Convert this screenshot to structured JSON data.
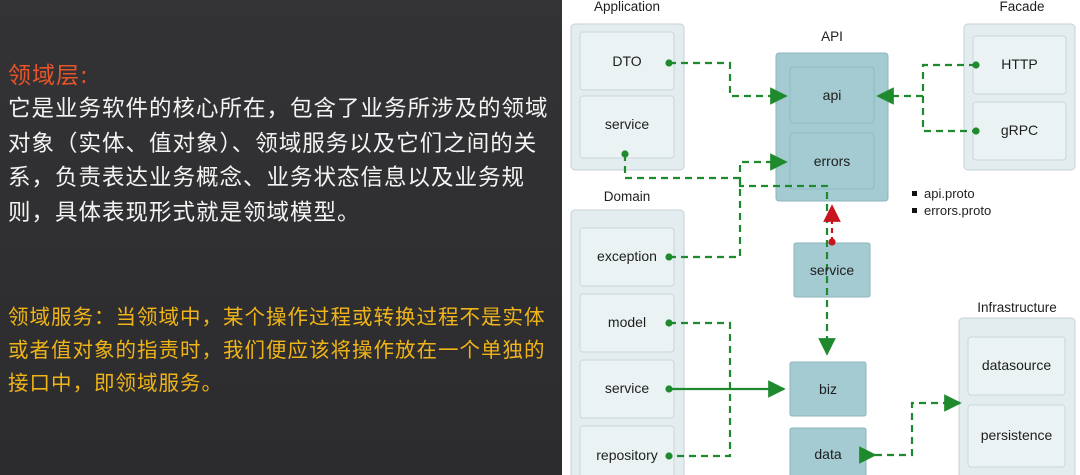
{
  "text_panel": {
    "heading": "领域层:",
    "body": "它是业务软件的核心所在，包含了业务所涉及的领域对象（实体、值对象）、领域服务以及它们之间的关系，负责表达业务概念、业务状态信息以及业务规则，具体表现形式就是领域模型。",
    "note": "领域服务：当领域中，某个操作过程或转换过程不是实体或者值对象的指责时，我们便应该将操作放在一个单独的接口中，即领域服务。"
  },
  "diagram": {
    "groups": {
      "application": {
        "title": "Application",
        "items": [
          "DTO",
          "service"
        ]
      },
      "domain": {
        "title": "Domain",
        "items": [
          "exception",
          "model",
          "service",
          "repository"
        ]
      },
      "api": {
        "title": "API",
        "items": [
          "api",
          "errors"
        ]
      },
      "facade": {
        "title": "Facade",
        "items": [
          "HTTP",
          "gRPC"
        ]
      },
      "infrastructure": {
        "title": "Infrastructure",
        "items": [
          "datasource",
          "persistence"
        ]
      }
    },
    "standalone": {
      "service": "service",
      "biz": "biz",
      "data": "data"
    },
    "bullets": [
      "api.proto",
      "errors.proto"
    ],
    "colors": {
      "light_box": "#e3edef",
      "light_item": "#eaf2f3",
      "teal_box": "#a3cbd1",
      "arrow_green": "#1f8a2d",
      "arrow_red": "#c8141e"
    }
  }
}
